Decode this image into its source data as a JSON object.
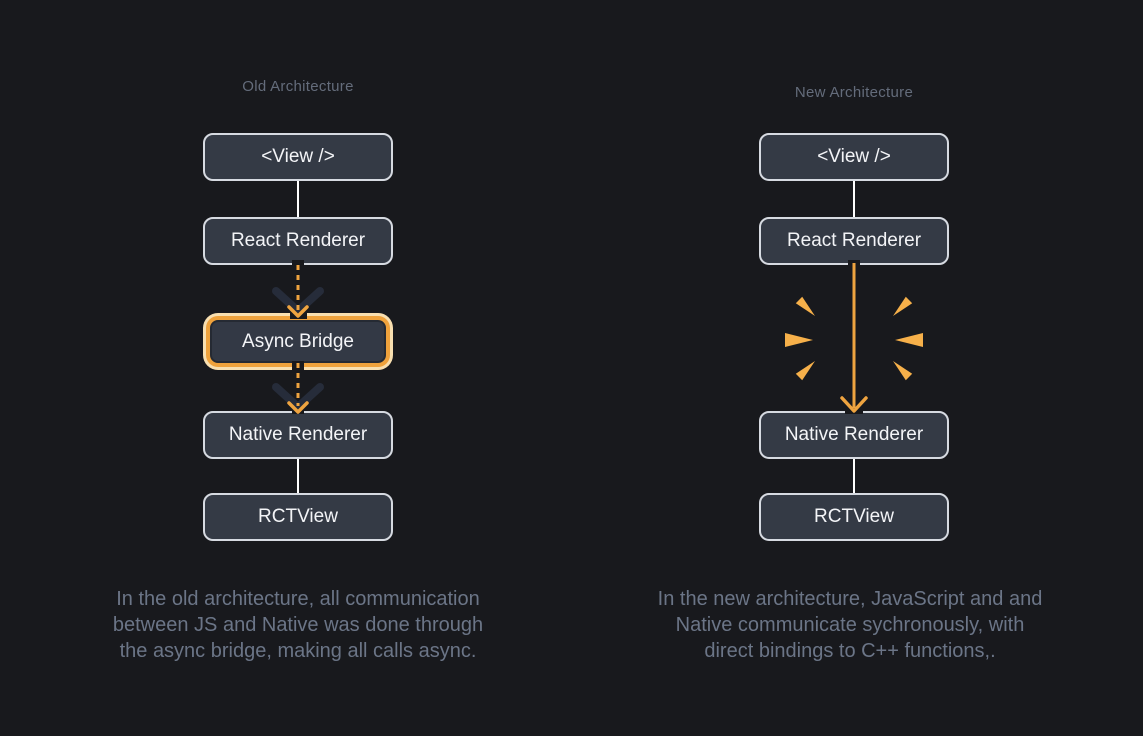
{
  "diagram": {
    "old": {
      "title": "Old Architecture",
      "nodes": [
        {
          "label": "<View />",
          "highlight": false
        },
        {
          "label": "React Renderer",
          "highlight": false
        },
        {
          "label": "Async Bridge",
          "highlight": true
        },
        {
          "label": "Native Renderer",
          "highlight": false
        },
        {
          "label": "RCTView",
          "highlight": false
        }
      ],
      "connections": [
        {
          "from": "<View />",
          "to": "React Renderer",
          "style": "plain-white-line"
        },
        {
          "from": "React Renderer",
          "to": "Async Bridge",
          "style": "dashed-orange-arrow"
        },
        {
          "from": "Async Bridge",
          "to": "Native Renderer",
          "style": "dashed-orange-arrow"
        },
        {
          "from": "Native Renderer",
          "to": "RCTView",
          "style": "plain-white-line"
        }
      ],
      "caption_lines": [
        "In the old architecture, all communication",
        "between JS and Native was done through",
        "the async bridge, making all calls async."
      ]
    },
    "new": {
      "title": "New Architecture",
      "nodes": [
        {
          "label": "<View />",
          "highlight": false
        },
        {
          "label": "React Renderer",
          "highlight": false
        },
        {
          "label": "Native Renderer",
          "highlight": false
        },
        {
          "label": "RCTView",
          "highlight": false
        }
      ],
      "connections": [
        {
          "from": "<View />",
          "to": "React Renderer",
          "style": "plain-white-line"
        },
        {
          "from": "React Renderer",
          "to": "Native Renderer",
          "style": "solid-orange-arrow-with-burst"
        },
        {
          "from": "Native Renderer",
          "to": "RCTView",
          "style": "plain-white-line"
        }
      ],
      "caption_lines": [
        "In the new architecture, JavaScript and and",
        "Native communicate sychronously, with",
        "direct bindings to C++ functions,."
      ]
    },
    "colors": {
      "background": "#18191d",
      "node_fill": "#343a45",
      "node_border": "#d6dae1",
      "node_text": "#f3f4f7",
      "title_text": "#646c7b",
      "caption_text": "#6b7587",
      "accent_orange": "#efa440",
      "highlight_glow": "#f8dfb0",
      "highlight_ring": "#efa23c",
      "chevron_dark": "#262c3a",
      "burst_orange": "#f6b04a",
      "connector_white": "#ffffff"
    }
  }
}
